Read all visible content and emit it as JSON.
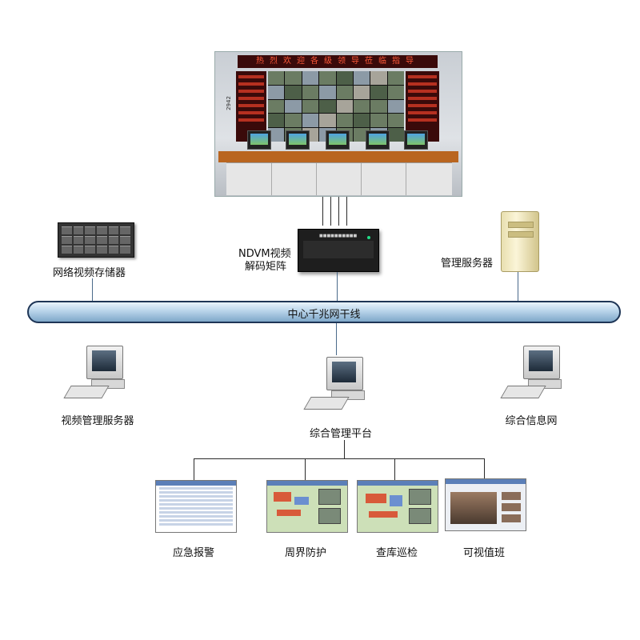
{
  "video_wall": {
    "banner_text": "热烈欢迎各级领导莅临指导",
    "dimension_label": "2942"
  },
  "devices": {
    "storage_label": "网络视频存储器",
    "decoder_label_line1": "NDVM视频",
    "decoder_label_line2": "解码矩阵",
    "management_server_label": "管理服务器"
  },
  "backbone": {
    "label": "中心千兆网干线"
  },
  "endpoints": {
    "video_management_server_label": "视频管理服务器",
    "integrated_platform_label": "综合管理平台",
    "integrated_info_network_label": "综合信息网"
  },
  "applications": [
    {
      "label": "应急报警"
    },
    {
      "label": "周界防护"
    },
    {
      "label": "查库巡检"
    },
    {
      "label": "可视值班"
    }
  ],
  "colors": {
    "backbone_fill": "#b9d4ea",
    "backbone_border": "#1e3556",
    "led_text": "#ff5a3a"
  }
}
